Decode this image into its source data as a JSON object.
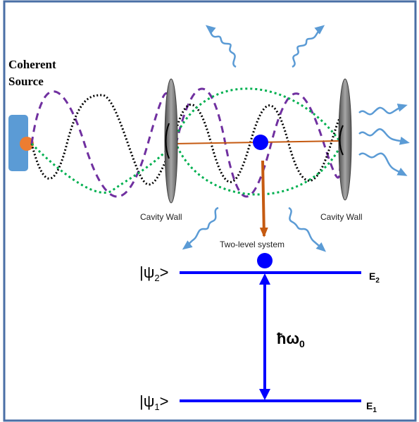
{
  "source_label": {
    "line1": "Coherent",
    "line2": "Source"
  },
  "cavity_wall_left": "Cavity Wall",
  "cavity_wall_right": "Cavity Wall",
  "two_level_system": "Two-level system",
  "states": {
    "upper": {
      "prefix": "|ψ",
      "sub": "2",
      "suffix": ">"
    },
    "lower": {
      "prefix": "|ψ",
      "sub": "1",
      "suffix": ">"
    }
  },
  "energies": {
    "upper": {
      "letter": "E",
      "sub": "2"
    },
    "lower": {
      "letter": "E",
      "sub": "1"
    }
  },
  "transition": {
    "symbol": "ħω",
    "sub": "0"
  },
  "colors": {
    "frame": "#4a6fa5",
    "source_block": "#5b9bd5",
    "source_dot": "#ed7d31",
    "wave_purple": "#7030a0",
    "wave_black": "#000000",
    "wave_green": "#00b050",
    "atom": "#0000ff",
    "level_line": "#0000ff",
    "drop_arrow": "#c55a11",
    "photon": "#5b9bd5",
    "mirror": "#7f7f7f"
  }
}
